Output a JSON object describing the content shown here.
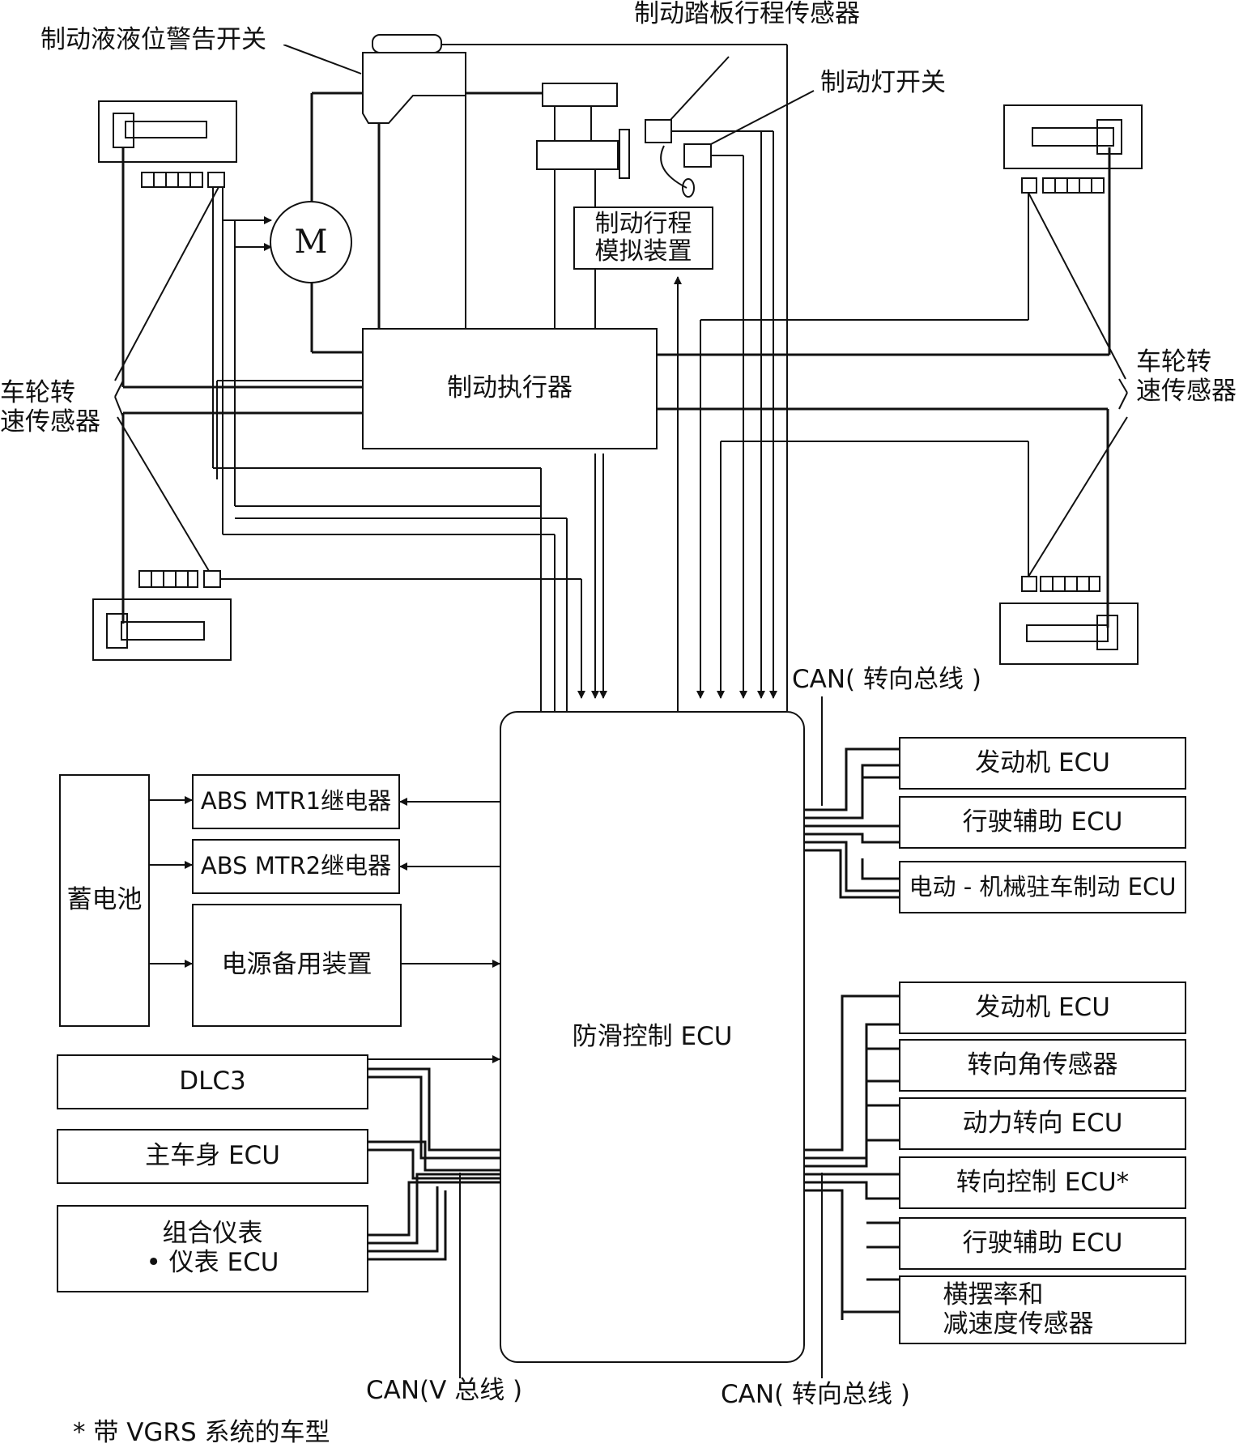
{
  "labels": {
    "fluid_level_switch": "制动液液位警告开关",
    "pedal_stroke_sensor": "制动踏板行程传感器",
    "stop_light_switch": "制动灯开关",
    "motor": "M",
    "stroke_simulator_line1": "制动行程",
    "stroke_simulator_line2": "模拟装置",
    "brake_actuator": "制动执行器",
    "wheel_speed_left_line1": "车轮转",
    "wheel_speed_left_line2": "速传感器",
    "wheel_speed_right_line1": "车轮转",
    "wheel_speed_right_line2": "速传感器",
    "can_steering_top": "CAN( 转向总线 )",
    "can_v_bus": "CAN(V 总线 )",
    "can_steering_bottom": "CAN( 转向总线 )",
    "footnote": "* 带 VGRS 系统的车型"
  },
  "left_boxes": {
    "battery": "蓄电池",
    "abs_mtr1": "ABS MTR1继电器",
    "abs_mtr2": "ABS MTR2继电器",
    "power_backup": "电源备用装置",
    "dlc3": "DLC3",
    "main_body_ecu": "主车身 ECU",
    "combination_meter_line1": "组合仪表",
    "combination_meter_line2": "• 仪表 ECU"
  },
  "center": {
    "skid_control_ecu": "防滑控制 ECU"
  },
  "right_group_top": [
    "发动机 ECU",
    "行驶辅助 ECU",
    "电动 - 机械驻车制动 ECU"
  ],
  "right_group_bottom": [
    "发动机 ECU",
    "转向角传感器",
    "动力转向 ECU",
    "转向控制 ECU*",
    "行驶辅助 ECU"
  ],
  "yaw_sensor": {
    "line1": "横摆率和",
    "line2": "减速度传感器"
  },
  "colors": {
    "line": "#111111",
    "background": "#ffffff"
  }
}
